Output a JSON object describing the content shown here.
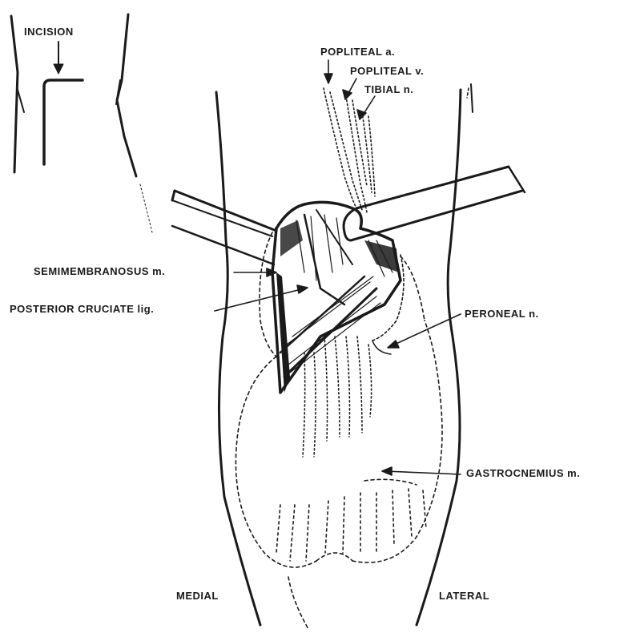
{
  "labels": {
    "incision": "INCISION",
    "popliteal_a": "POPLITEAL a.",
    "popliteal_v": "POPLITEAL v.",
    "tibial_n": "TIBIAL n.",
    "semimembranosus": "SEMIMEMBRANOSUS m.",
    "posterior_cruciate": "POSTERIOR CRUCIATE lig.",
    "peroneal_n": "PERONEAL n.",
    "gastrocnemius": "GASTROCNEMIUS m.",
    "medial": "MEDIAL",
    "lateral": "LATERAL"
  },
  "colors": {
    "ink": "#1a1a1a",
    "background": "#ffffff"
  }
}
